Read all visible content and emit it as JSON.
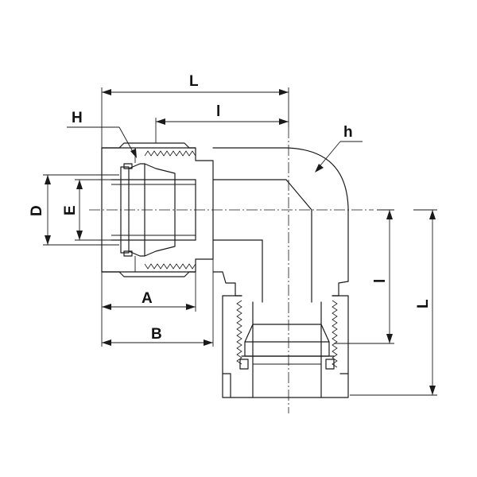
{
  "labels": {
    "L_top": "L",
    "l_top": "l",
    "H": "H",
    "h": "h",
    "D": "D",
    "E": "E",
    "A": "A",
    "B": "B",
    "l_side": "l",
    "L_side": "L"
  }
}
